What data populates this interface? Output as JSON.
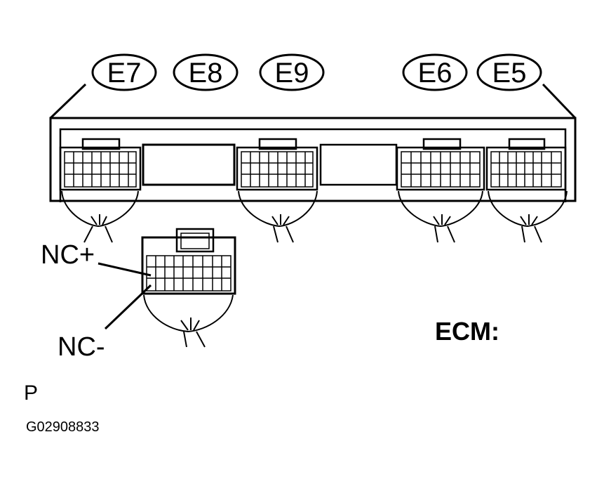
{
  "connectors": {
    "e7": "E7",
    "e8": "E8",
    "e9": "E9",
    "e6": "E6",
    "e5": "E5"
  },
  "pins": {
    "nc_plus": "NC+",
    "nc_minus": "NC-"
  },
  "unit_label": "ECM:",
  "footer": {
    "letter": "P",
    "code": "G02908833"
  }
}
